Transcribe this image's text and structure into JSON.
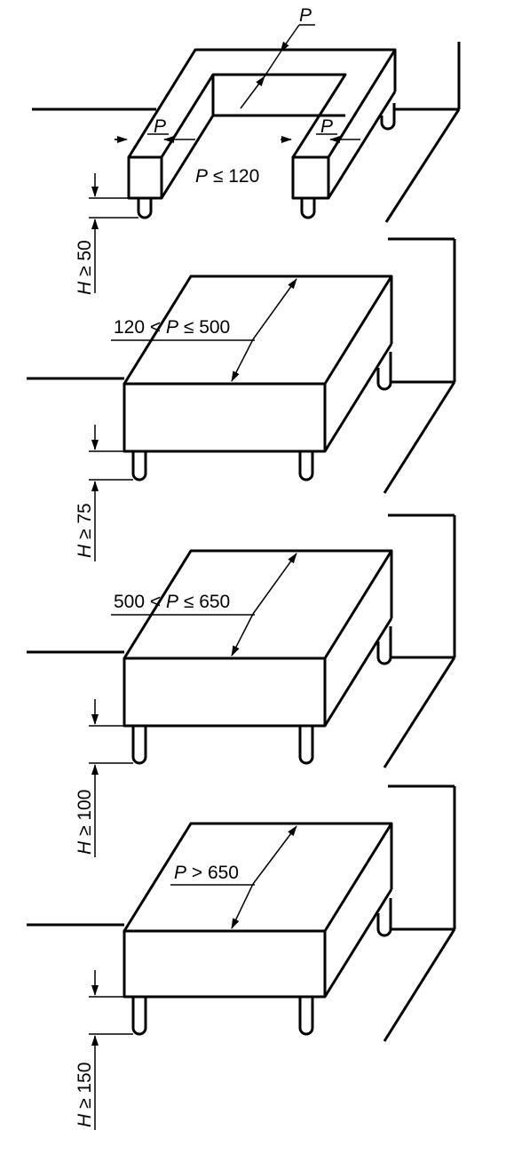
{
  "panels": [
    {
      "id": "u-shape",
      "h_var": "H",
      "h_rest": " ≥ 50",
      "main_var": "P",
      "main_rest": " ≤ 120",
      "dim_p_top": "P",
      "dim_p_left": "P",
      "dim_p_right": "P"
    },
    {
      "id": "box-1",
      "p_pre": "120 < ",
      "p_var": "P",
      "p_rest": " ≤ 500",
      "h_var": "H",
      "h_rest": " ≥ 75"
    },
    {
      "id": "box-2",
      "p_pre": "500 < ",
      "p_var": "P",
      "p_rest": " ≤ 650",
      "h_var": "H",
      "h_rest": " ≥ 100"
    },
    {
      "id": "box-3",
      "p_pre": "",
      "p_var": "P",
      "p_rest": " > 650",
      "h_var": "H",
      "h_rest": " ≥ 150"
    }
  ]
}
